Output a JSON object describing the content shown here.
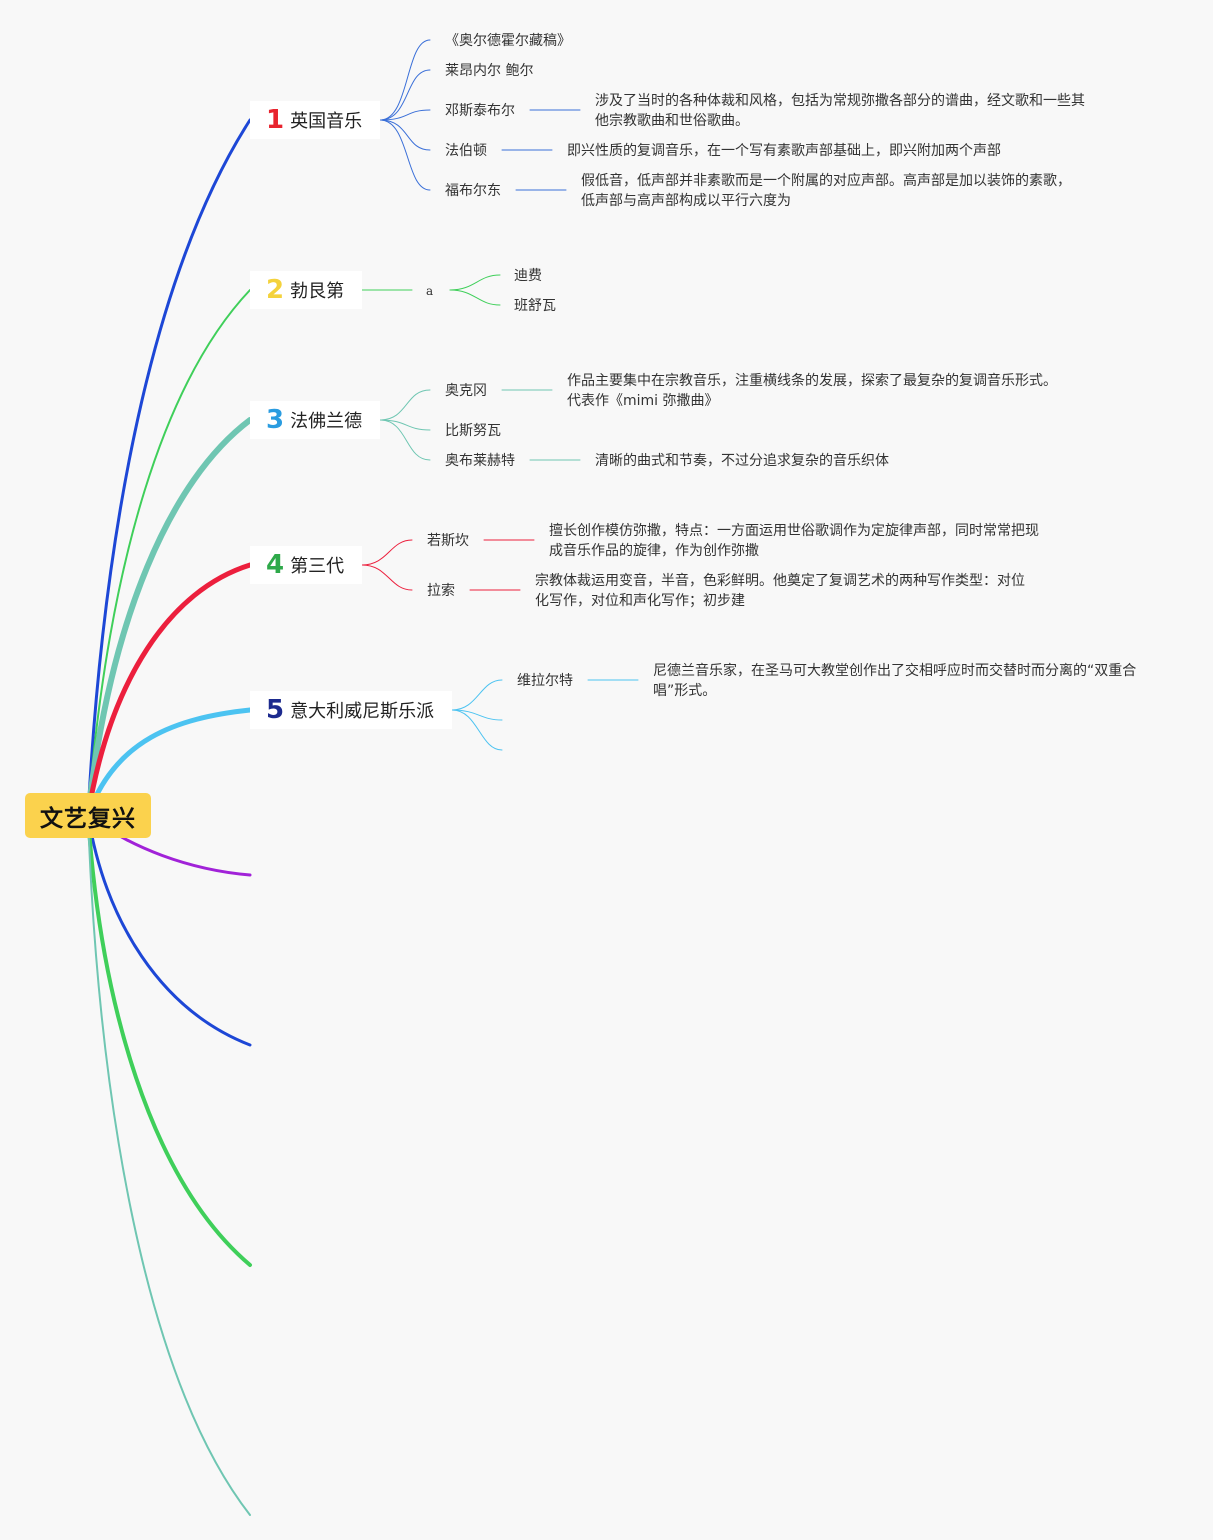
{
  "root": {
    "label": "文艺复兴"
  },
  "colors": {
    "root_bg": "#fbd24d",
    "branch1": "#1d47d6",
    "branch2": "#3fcf5a",
    "branch3": "#6fc6b2",
    "branch4": "#ec1f3d",
    "branch5": "#4cc3f1",
    "branch6": "#a122d8",
    "branch7": "#1d47d6",
    "branch8": "#3fcf5a",
    "branch9": "#6fc6b2"
  },
  "branches": [
    {
      "number": "1",
      "label": "英国音乐",
      "children": [
        {
          "label": "《奥尔德霍尔藏稿》"
        },
        {
          "label": "莱昂内尔 鲍尔"
        },
        {
          "label": "邓斯泰布尔",
          "detail": "涉及了当时的各种体裁和风格，包括为常规弥撒各部分的谱曲，经文歌和一些其他宗教歌曲和世俗歌曲。"
        },
        {
          "label": "法伯顿",
          "detail": "即兴性质的复调音乐，在一个写有素歌声部基础上，即兴附加两个声部"
        },
        {
          "label": "福布尔东",
          "detail": "假低音，低声部并非素歌而是一个附属的对应声部。高声部是加以装饰的素歌，低声部与高声部构成以平行六度为"
        }
      ]
    },
    {
      "number": "2",
      "label": "勃艮第",
      "children": [
        {
          "label": "a",
          "children": [
            {
              "label": "迪费"
            },
            {
              "label": "班舒瓦"
            }
          ]
        }
      ]
    },
    {
      "number": "3",
      "label": "法佛兰德",
      "children": [
        {
          "label": "奥克冈",
          "detail": "作品主要集中在宗教音乐，注重横线条的发展，探索了最复杂的复调音乐形式。代表作《mimi 弥撒曲》"
        },
        {
          "label": "比斯努瓦"
        },
        {
          "label": "奥布莱赫特",
          "detail": "清晰的曲式和节奏，不过分追求复杂的音乐织体"
        }
      ]
    },
    {
      "number": "4",
      "label": "第三代",
      "children": [
        {
          "label": "若斯坎",
          "detail": "擅长创作模仿弥撒，特点：一方面运用世俗歌调作为定旋律声部，同时常常把现成音乐作品的旋律，作为创作弥撒"
        },
        {
          "label": "拉索",
          "detail": "宗教体裁运用变音，半音，色彩鲜明。他奠定了复调艺术的两种写作类型：对位化写作，对位和声化写作；初步建"
        }
      ]
    },
    {
      "number": "5",
      "label": "意大利威尼斯乐派",
      "children": [
        {
          "label": "维拉尔特",
          "detail": "尼德兰音乐家，在圣马可大教堂创作出了交相呼应时而交替时而分离的“双重合唱”形式。"
        }
      ]
    }
  ]
}
